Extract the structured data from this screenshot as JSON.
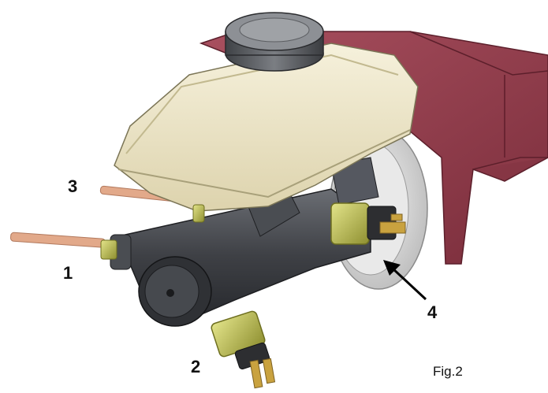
{
  "figure": {
    "caption": "Fig.2",
    "callouts": [
      "1",
      "2",
      "3",
      "4"
    ]
  },
  "colors": {
    "bracket": "#8f3b4a",
    "reservoir": "#ece4c4",
    "cap": "#55585c",
    "body": "#3e4045",
    "fitting": "#c2c45a",
    "pipe": "#e2a98a",
    "booster": "#dedede"
  }
}
